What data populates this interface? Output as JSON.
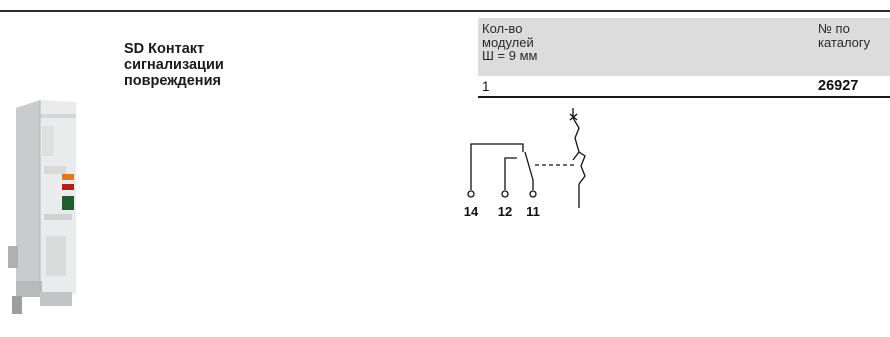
{
  "product": {
    "title_lines": [
      "SD Контакт",
      "сигнализации",
      "повреждения"
    ]
  },
  "table": {
    "headers": {
      "modules_lines": [
        "Кол-во",
        "модулей",
        "Ш = 9 мм"
      ],
      "catalog_lines": [
        "№ по",
        "каталогу"
      ]
    },
    "row": {
      "modules": "1",
      "catalog_number": "26927"
    }
  },
  "diagram": {
    "terminals": [
      "14",
      "12",
      "11"
    ]
  },
  "colors": {
    "header_background": "#dcdcdc",
    "rule": "#1a1a1a",
    "indicator_orange": "#e07820",
    "indicator_red": "#b02020",
    "indicator_green": "#1f5c2e"
  }
}
